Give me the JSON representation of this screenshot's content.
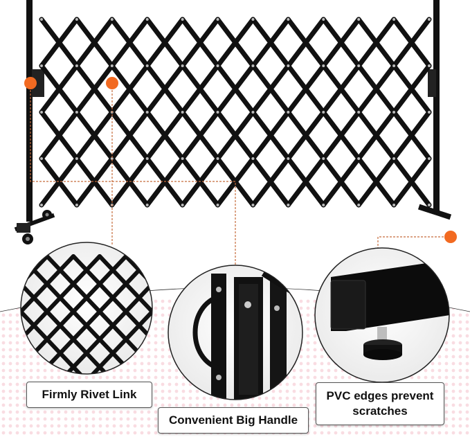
{
  "callouts": [
    {
      "label": "Firmly Rivet Link"
    },
    {
      "label": "Convenient Big Handle"
    },
    {
      "label": "PVC edges prevent scratches"
    }
  ],
  "colors": {
    "frame": "#111111",
    "accent_dot": "#f26a21",
    "leader_line": "#c56a3a",
    "circle_bg": "#f4f4f4",
    "pattern_pink": "#f5c6cf"
  },
  "icons": [
    "marker-dot",
    "caster-wheel",
    "pvc-foot-pad",
    "handle-loop"
  ]
}
